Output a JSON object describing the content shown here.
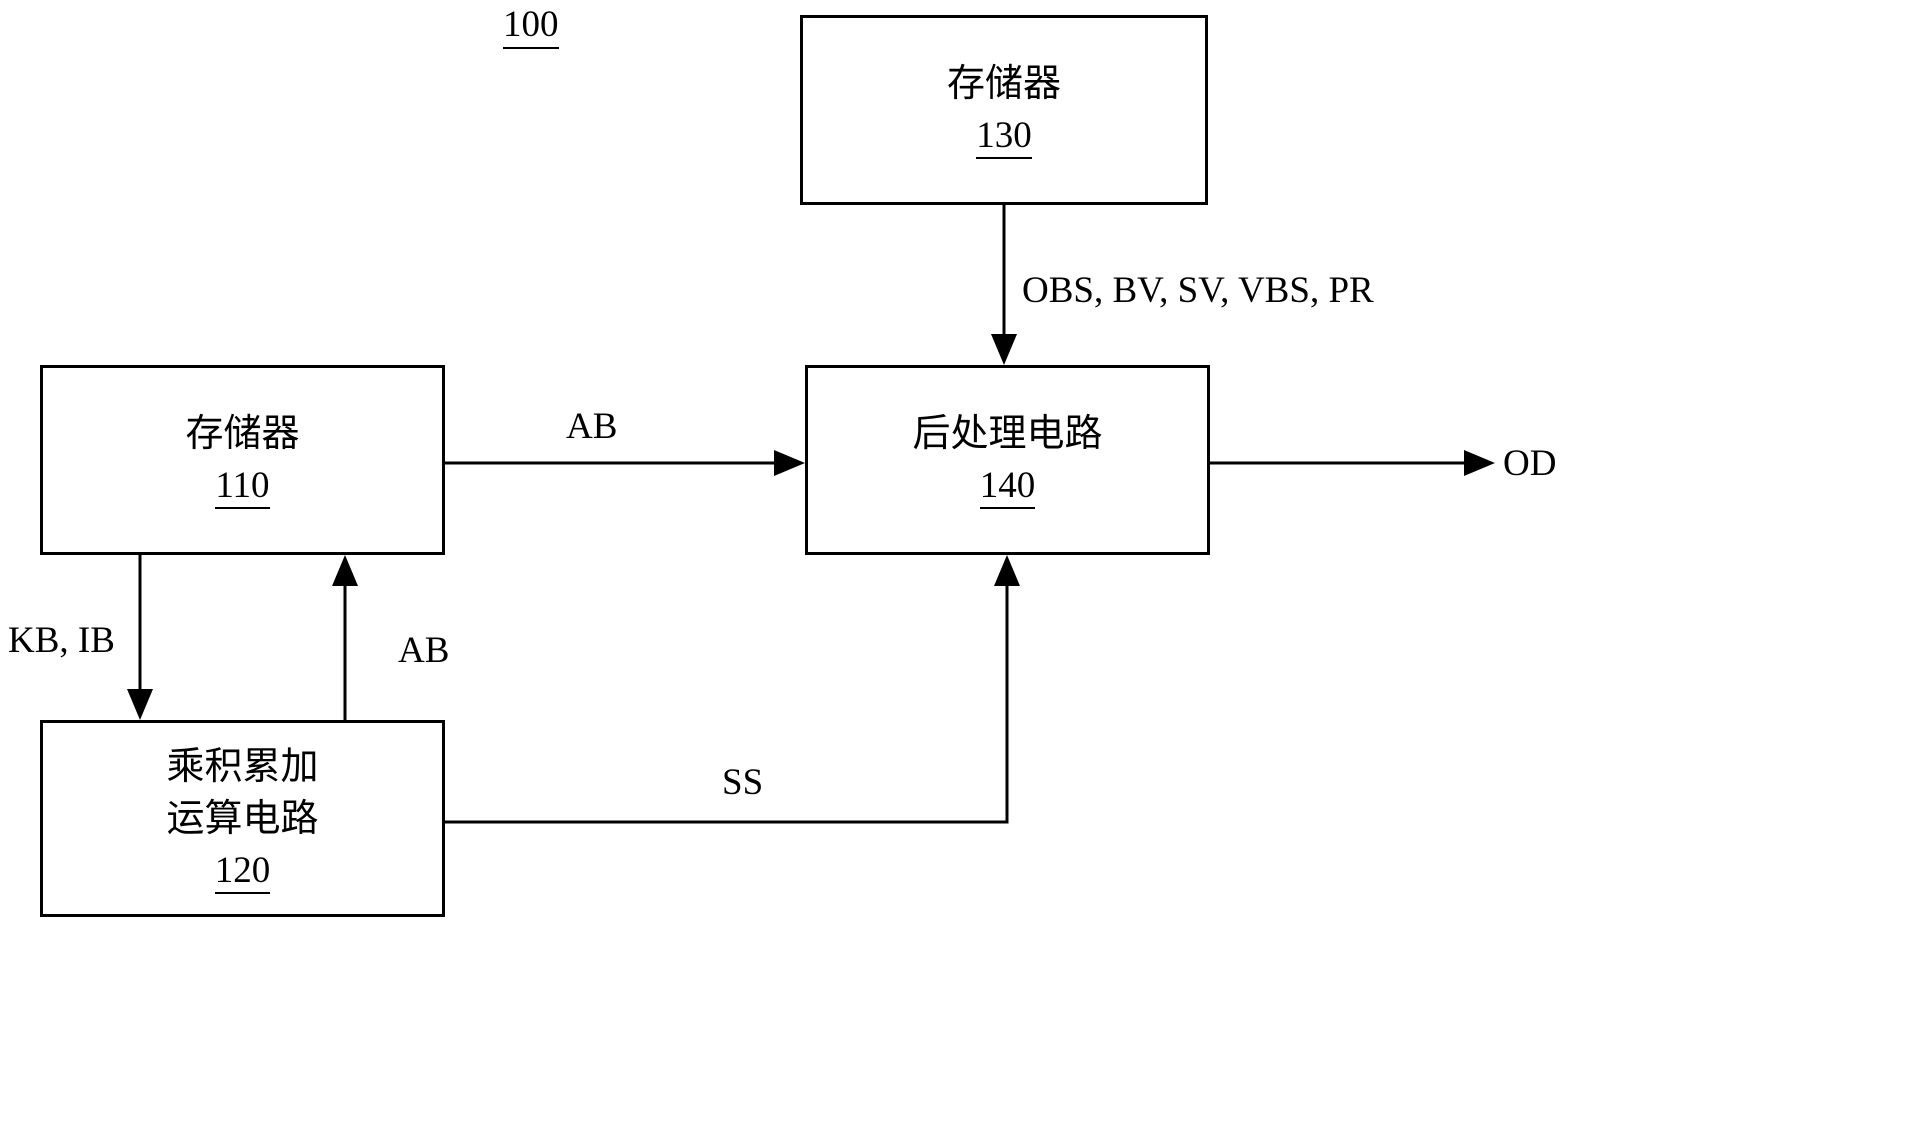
{
  "figure": {
    "label": "100"
  },
  "boxes": {
    "memory_130": {
      "title": "存储器",
      "ref": "130"
    },
    "memory_110": {
      "title": "存储器",
      "ref": "110"
    },
    "post_processing_140": {
      "title": "后处理电路",
      "ref": "140"
    },
    "mac_120": {
      "line1": "乘积累加",
      "line2": "运算电路",
      "ref": "120"
    }
  },
  "edge_labels": {
    "memory130_to_postproc": "OBS, BV, SV, VBS, PR",
    "memory110_to_postproc": "AB",
    "postproc_output": "OD",
    "memory110_to_mac": "KB, IB",
    "mac_to_memory110": "AB",
    "mac_to_postproc": "SS"
  },
  "colors": {
    "line": "#000000",
    "text": "#000000",
    "background": "#ffffff"
  }
}
